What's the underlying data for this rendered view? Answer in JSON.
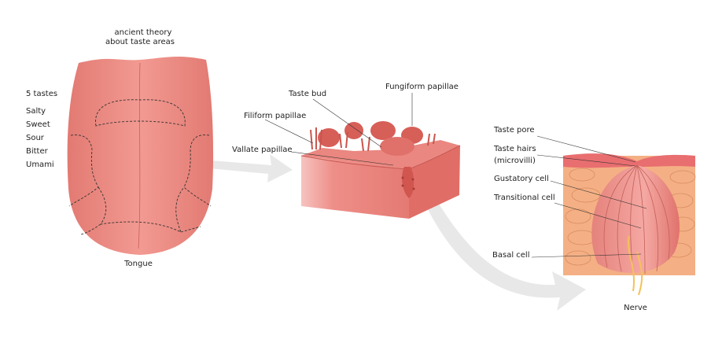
{
  "colors": {
    "tongue": "#ef8f88",
    "tongue_dark": "#d9675f",
    "tissue": "#f4b084",
    "arrow": "#e8e8e8",
    "nerve": "#f3c25a"
  },
  "tongue_panel": {
    "theory_title_line1": "ancient theory",
    "theory_title_line2": "about taste areas",
    "tastes_heading": "5 tastes",
    "tastes": [
      "Salty",
      "Sweet",
      "Sour",
      "Bitter",
      "Umami"
    ],
    "caption": "Tongue"
  },
  "papillae_panel": {
    "taste_bud": "Taste bud",
    "fungiform": "Fungiform papillae",
    "filiform": "Filiform papillae",
    "vallate": "Vallate papillae"
  },
  "taste_bud_panel": {
    "taste_pore": "Taste pore",
    "taste_hairs_line1": "Taste hairs",
    "taste_hairs_line2": "(microvilli)",
    "gustatory_cell": "Gustatory cell",
    "transitional_cell": "Transitional cell",
    "basal_cell": "Basal cell",
    "nerve": "Nerve"
  }
}
